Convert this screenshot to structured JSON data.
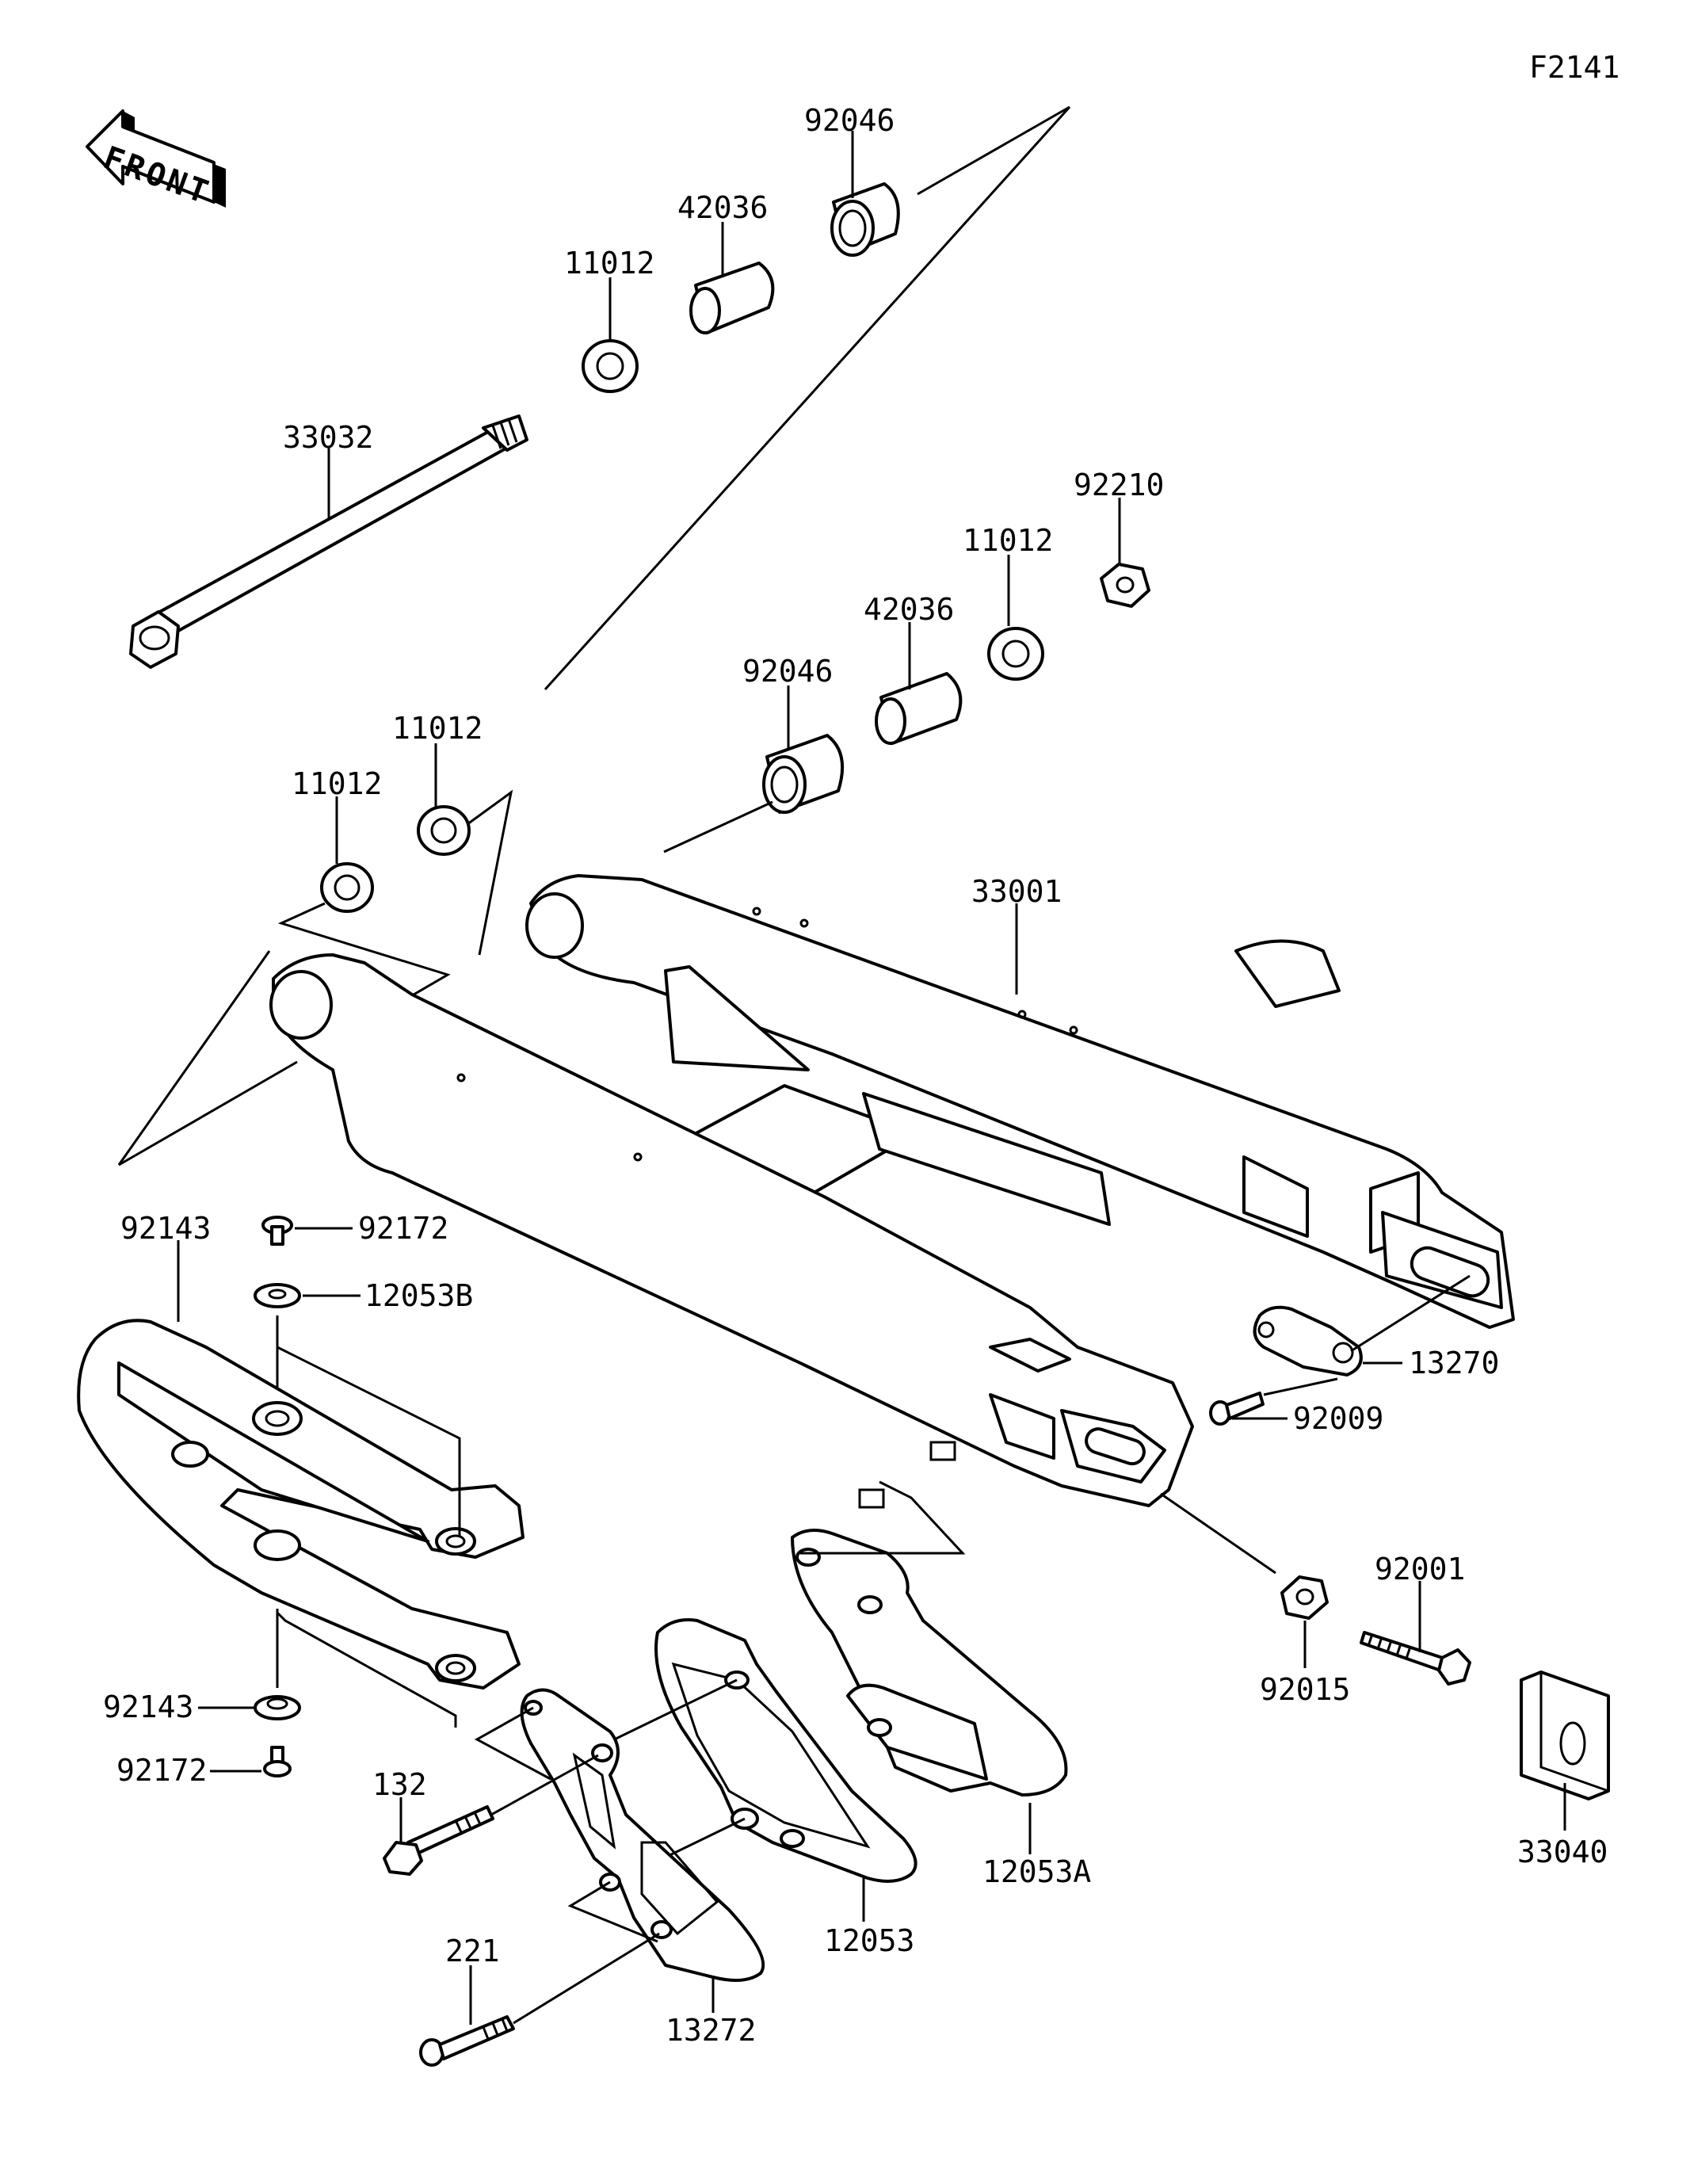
{
  "figure_code": "F2141",
  "front_label": "FRONT",
  "colors": {
    "line": "#000000",
    "background": "#ffffff"
  },
  "labels": [
    {
      "key": "l_92046_top",
      "text": "92046"
    },
    {
      "key": "l_42036_top",
      "text": "42036"
    },
    {
      "key": "l_11012_top",
      "text": "11012"
    },
    {
      "key": "l_33032",
      "text": "33032"
    },
    {
      "key": "l_92210",
      "text": "92210"
    },
    {
      "key": "l_11012_mid",
      "text": "11012"
    },
    {
      "key": "l_42036_mid",
      "text": "42036"
    },
    {
      "key": "l_92046_mid",
      "text": "92046"
    },
    {
      "key": "l_11012_left2",
      "text": "11012"
    },
    {
      "key": "l_11012_left1",
      "text": "11012"
    },
    {
      "key": "l_33001",
      "text": "33001"
    },
    {
      "key": "l_92172_top",
      "text": "92172"
    },
    {
      "key": "l_12053B",
      "text": "12053B"
    },
    {
      "key": "l_92143_top",
      "text": "92143"
    },
    {
      "key": "l_13270",
      "text": "13270"
    },
    {
      "key": "l_92009",
      "text": "92009"
    },
    {
      "key": "l_92001",
      "text": "92001"
    },
    {
      "key": "l_92015",
      "text": "92015"
    },
    {
      "key": "l_92143_bot",
      "text": "92143"
    },
    {
      "key": "l_92172_bot",
      "text": "92172"
    },
    {
      "key": "l_132",
      "text": "132"
    },
    {
      "key": "l_12053A",
      "text": "12053A"
    },
    {
      "key": "l_33040",
      "text": "33040"
    },
    {
      "key": "l_221",
      "text": "221"
    },
    {
      "key": "l_12053",
      "text": "12053"
    },
    {
      "key": "l_13272",
      "text": "13272"
    }
  ]
}
